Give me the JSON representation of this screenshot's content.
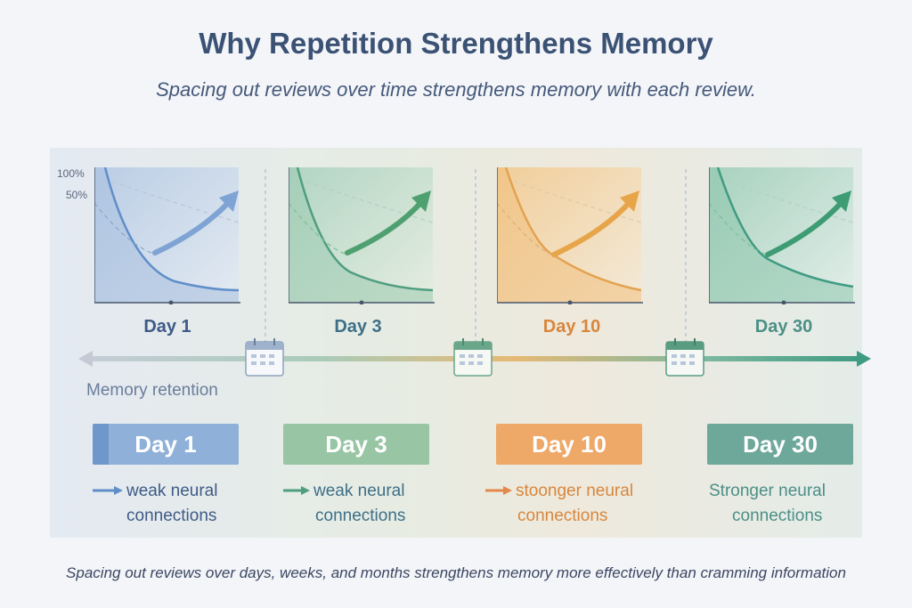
{
  "title": "Why Repetition Strengthens Memory",
  "subtitle": "Spacing out reviews over time strengthens memory with each review.",
  "y_axis": {
    "top_label": "100%",
    "mid_label": "50%"
  },
  "stages": [
    {
      "label": "Day 1",
      "badge": "Day 1",
      "note_line1": "weak neural",
      "note_line2": "connections",
      "color": "#5f8ec9",
      "badge_color": "#8fb0d8",
      "text_color": "#3f5a86"
    },
    {
      "label": "Day 3",
      "badge": "Day 3",
      "note_line1": "weak neural",
      "note_line2": "connections",
      "color": "#4f9e7f",
      "badge_color": "#98c6a4",
      "text_color": "#3d6f88"
    },
    {
      "label": "Day 10",
      "badge": "Day 10",
      "note_line1": "stoonger neural",
      "note_line2": "connections",
      "color": "#e3a24f",
      "badge_color": "#eea868",
      "text_color": "#d8863d"
    },
    {
      "label": "Day 30",
      "badge": "Day 30",
      "note_line1": "Stronger neural",
      "note_line2": "connections",
      "color": "#3f9b82",
      "badge_color": "#6ea89a",
      "text_color": "#4b8f86"
    }
  ],
  "timeline_label": "Memory retention",
  "footer": "Spacing out reviews over days, weeks, and months strengthens memory more effectively than cramming information"
}
